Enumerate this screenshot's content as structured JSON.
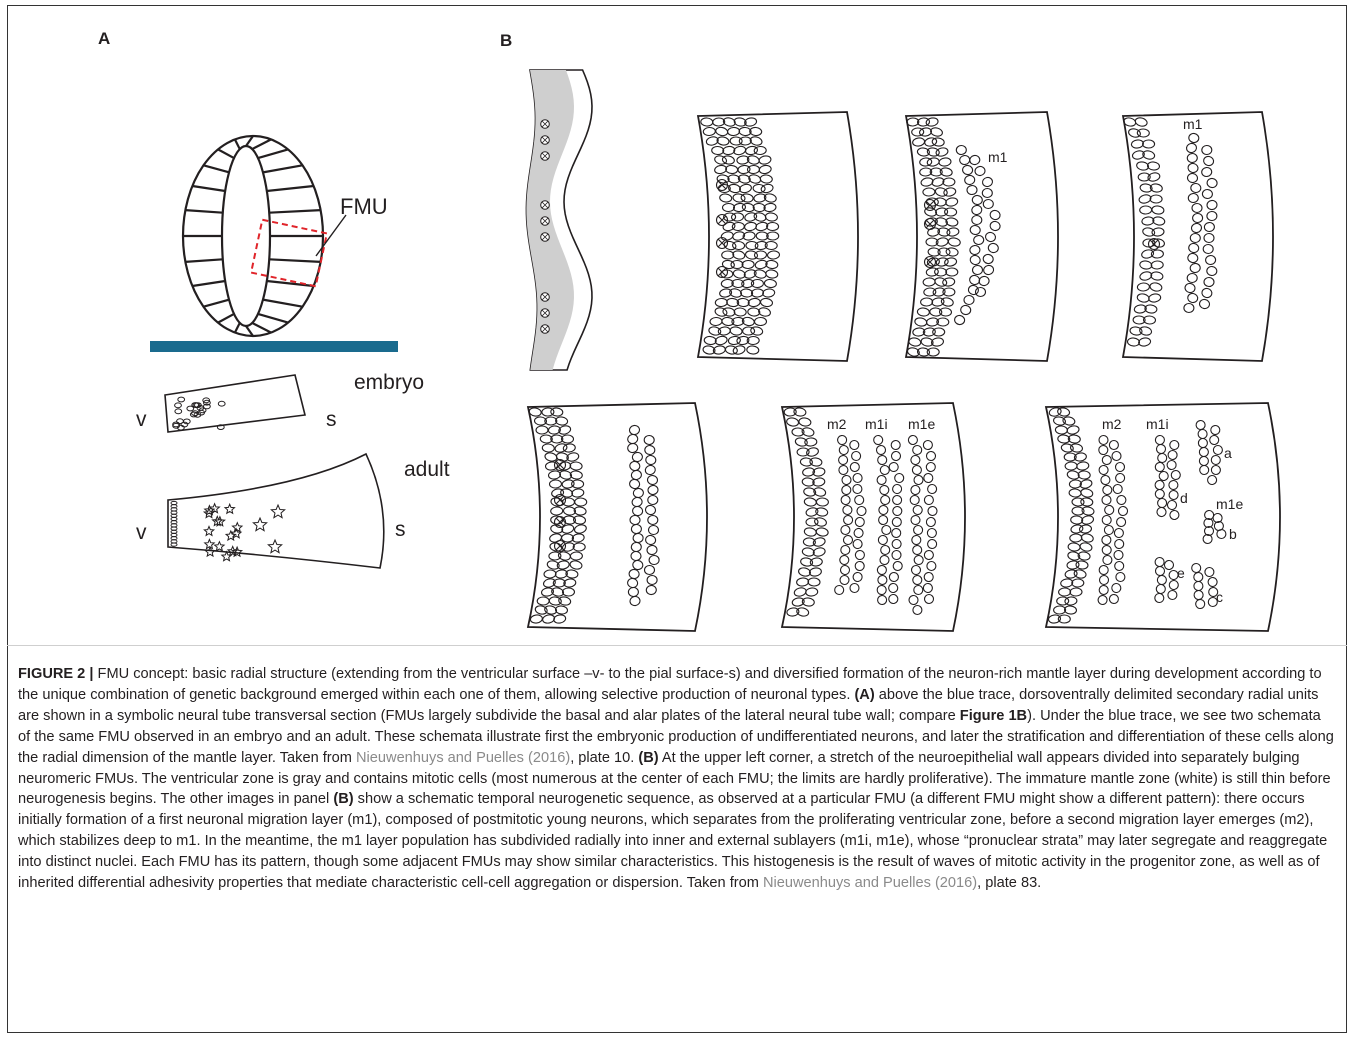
{
  "panel_labels": {
    "a": "A",
    "b": "B"
  },
  "panel_a": {
    "fmu_label": "FMU",
    "embryo_label": "embryo",
    "adult_label": "adult",
    "v_label": "v",
    "s_label": "s",
    "blue_trace_color": "#1a6b8e",
    "dashed_box_color": "#e0242a"
  },
  "panel_b": {
    "labels": {
      "m1": "m1",
      "m2": "m2",
      "m1i": "m1i",
      "m1e": "m1e",
      "a": "a",
      "b": "b",
      "c": "c",
      "d": "d",
      "e": "e"
    }
  },
  "caption": {
    "figure_label": "FIGURE 2",
    "separator": "|",
    "intro": "FMU concept: basic radial structure (extending from the ventricular surface –v- to the pial surface-s) and diversified formation of the neuron-rich mantle layer during development according to the unique combination of genetic background emerged within each one of them, allowing selective production of neuronal types.",
    "a_tag": "(A)",
    "a_text_1": "above the blue trace, dorsoventrally delimited secondary radial units are shown in a symbolic neural tube transversal section (FMUs largely subdivide the basal and alar plates of the lateral neural tube wall; compare",
    "fig_ref": "Figure 1B",
    "a_text_2": "). Under the blue trace, we see two schemata of the same FMU observed in an embryo and an adult. These schemata illustrate first the embryonic production of undifferentiated neurons, and later the stratification and differentiation of these cells along the radial dimension of the mantle layer. Taken from",
    "ref_1": "Nieuwenhuys and Puelles (2016)",
    "a_text_3": ", plate 10.",
    "b_tag": "(B)",
    "b_text_1": "At the upper left corner, a stretch of the neuroepithelial wall appears divided into separately bulging neuromeric FMUs. The ventricular zone is gray and contains mitotic cells (most numerous at the center of each FMU; the limits are hardly proliferative). The immature mantle zone (white) is still thin before neurogenesis begins. The other images in panel",
    "b_tag_2": "(B)",
    "b_text_2": "show a schematic temporal neurogenetic sequence, as observed at a particular FMU (a different FMU might show a different pattern): there occurs initially formation of a first neuronal migration layer (m1), composed of postmitotic young neurons, which separates from the proliferating ventricular zone, before a second migration layer emerges (m2), which stabilizes deep to m1. In the meantime, the m1 layer population has subdivided radially into inner and external sublayers (m1i, m1e), whose “pronuclear strata” may later segregate and reaggregate into distinct nuclei. Each FMU has its pattern, though some adjacent FMUs may show similar characteristics. This histogenesis is the result of waves of mitotic activity in the progenitor zone, as well as of inherited differential adhesivity properties that mediate characteristic cell-cell aggregation or dispersion. Taken from",
    "ref_2": "Nieuwenhuys and Puelles (2016)",
    "b_text_3": ", plate 83."
  }
}
